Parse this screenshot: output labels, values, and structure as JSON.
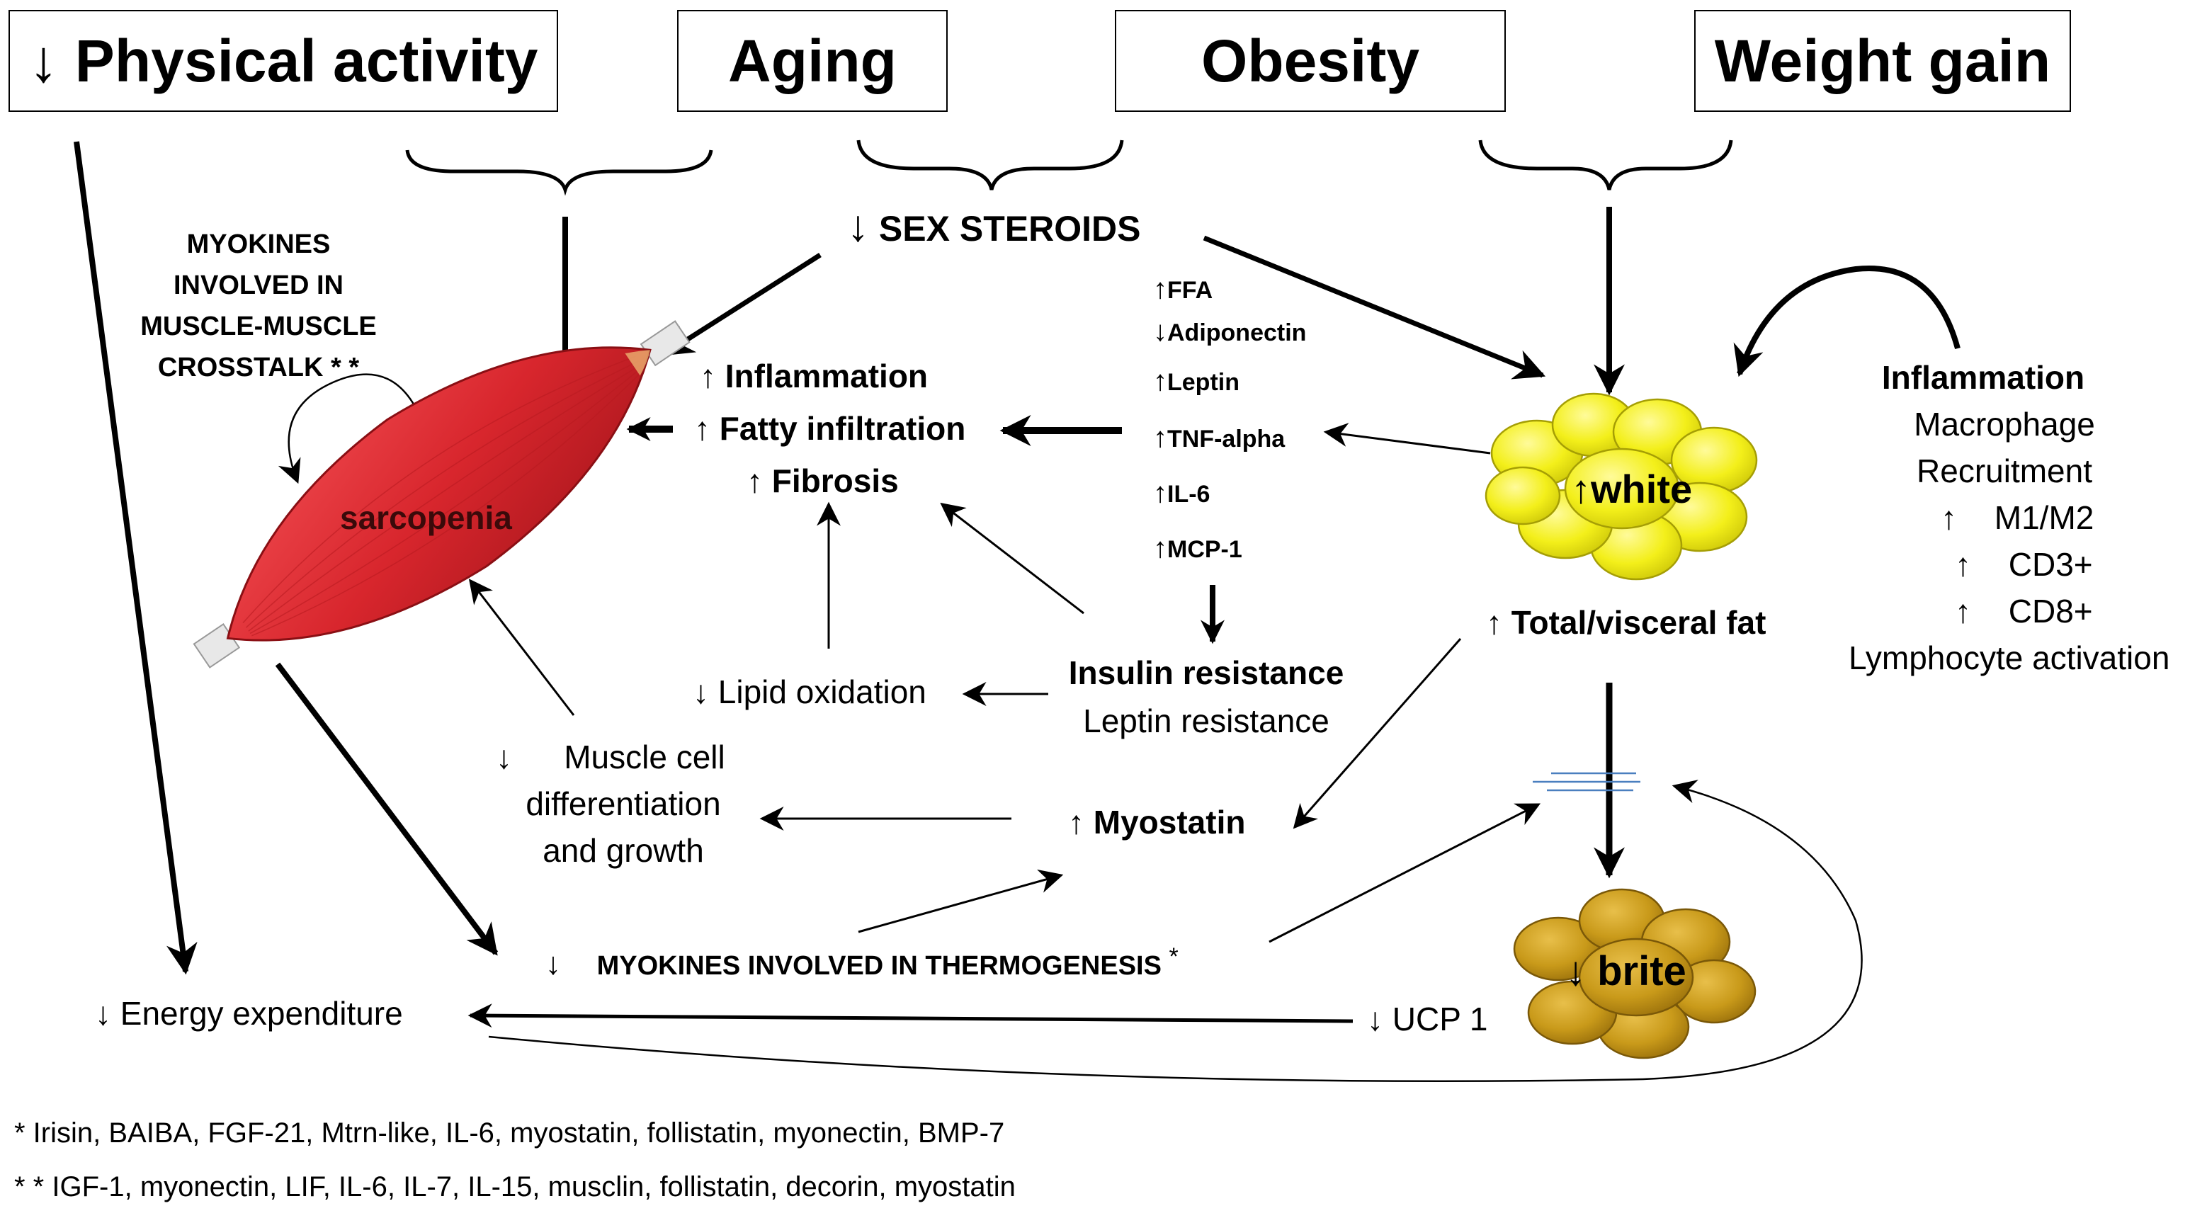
{
  "top_boxes": {
    "physical_activity": "↓ Physical activity",
    "aging": "Aging",
    "obesity": "Obesity",
    "weight_gain": "Weight gain"
  },
  "myokines_crosstalk": [
    "MYOKINES",
    "INVOLVED IN",
    "MUSCLE-MUSCLE",
    "CROSSTALK * *"
  ],
  "sex_steroids": "SEX STEROIDS",
  "sex_steroids_arrow": "↓",
  "sarcopenia": "sarcopenia",
  "muscle_effects": {
    "inflammation": "Inflammation",
    "fatty_infiltration": "Fatty infiltration",
    "fibrosis": "Fibrosis"
  },
  "adipokines": [
    {
      "arrow": "↑",
      "label": "FFA"
    },
    {
      "arrow": "↓",
      "label": "Adiponectin"
    },
    {
      "arrow": "↑",
      "label": "Leptin"
    },
    {
      "arrow": "↑",
      "label": "TNF-alpha"
    },
    {
      "arrow": "↑",
      "label": "IL-6"
    },
    {
      "arrow": "↑",
      "label": "MCP-1"
    }
  ],
  "white_label": "↑white",
  "brite_label": "↓ brite",
  "inflammation_panel": {
    "title": "Inflammation",
    "line1": "Macrophage",
    "line2": "Recruitment",
    "m1m2": "M1/M2",
    "cd3": "CD3+",
    "cd8": "CD8+",
    "lymphocyte": "Lymphocyte activation"
  },
  "up_arrow": "↑",
  "down_arrow": "↓",
  "total_visceral_fat": "↑ Total/visceral fat",
  "insulin_resistance": "Insulin resistance",
  "leptin_resistance": "Leptin resistance",
  "lipid_oxidation": "↓ Lipid oxidation",
  "muscle_cell": {
    "arrow": "↓",
    "line1": "Muscle cell",
    "line2": "differentiation",
    "line3": "and growth"
  },
  "myostatin": "↑ Myostatin",
  "myokines_thermogenesis": "MYOKINES INVOLVED IN THERMOGENESIS",
  "myokines_thermogenesis_arrow": "↓",
  "star": "*",
  "energy_expenditure": "↓ Energy expenditure",
  "ucp1": "↓ UCP 1",
  "footnotes": [
    "* Irisin, BAIBA, FGF-21, Mtrn-like, IL-6, myostatin, follistatin, myonectin, BMP-7",
    "* * IGF-1, myonectin, LIF, IL-6, IL-7, IL-15, musclin, follistatin, decorin, myostatin"
  ],
  "colors": {
    "muscle": "#d8262d",
    "white_fat": "#f3ef1a",
    "brite_fat": "#c99a1a",
    "arrow": "#000000"
  }
}
